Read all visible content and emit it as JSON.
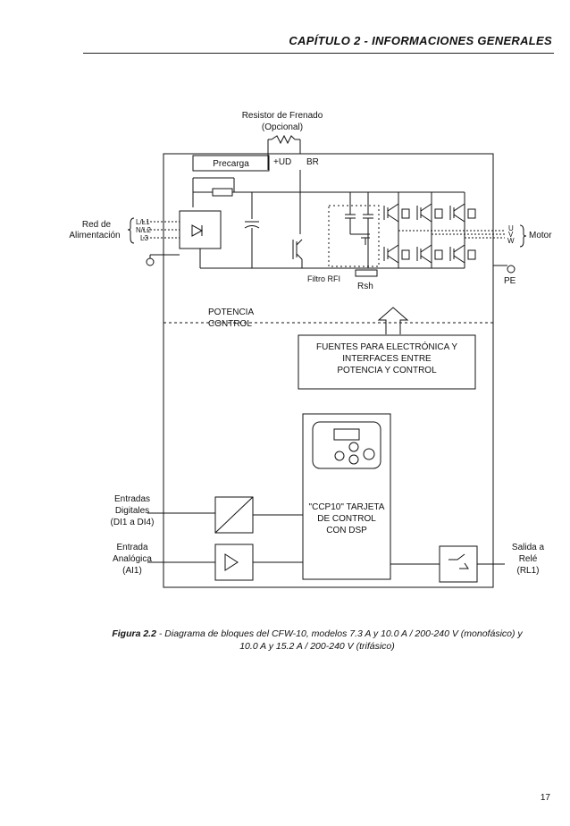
{
  "header": {
    "chapter": "CAPÍTULO 2 - INFORMACIONES GENERALES"
  },
  "diagram": {
    "brake_resistor": "Resistor de Frenado",
    "brake_resistor_optional": "(Opcional)",
    "precharge": "Precarga",
    "plus_ud": "+UD",
    "br": "BR",
    "supply_label_1": "Red de",
    "supply_label_2": "Alimentación",
    "inputs": [
      "L/L1",
      "N/L2",
      "L3"
    ],
    "outputs": [
      "U",
      "V",
      "W"
    ],
    "motor": "Motor",
    "rfi_filter": "Filtro RFI",
    "rsh": "Rsh",
    "pe_right": "PE",
    "power": "POTENCIA",
    "control": "CONTROL",
    "power_supplies": [
      "FUENTES PARA ELECTRÓNICA Y",
      "INTERFACES ENTRE",
      "POTENCIA Y CONTROL"
    ],
    "control_board": [
      "\"CCP10\" TARJETA",
      "DE CONTROL",
      "CON DSP"
    ],
    "digital_inputs": [
      "Entradas",
      "Digitales",
      "(DI1 a DI4)"
    ],
    "analog_input": [
      "Entrada",
      "Analógica",
      "(AI1)"
    ],
    "relay_output": [
      "Salida a",
      "Relé",
      "(RL1)"
    ]
  },
  "caption": {
    "label": "Figura 2.2",
    "text": " - Diagrama de bloques del CFW-10, modelos 7.3 A y 10.0 A / 200-240 V (monofásico) y",
    "text_line2": "10.0 A y 15.2 A / 200-240 V (trifásico)"
  },
  "page_number": "17"
}
